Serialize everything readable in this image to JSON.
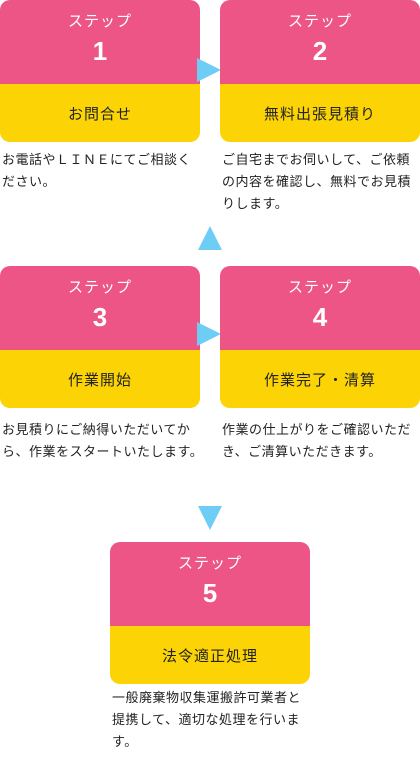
{
  "step_kicker": "ステップ",
  "steps": [
    {
      "number": "1",
      "title": "お問合せ",
      "description": "お電話やＬＩＮＥにてご相談ください。"
    },
    {
      "number": "2",
      "title": "無料出張見積り",
      "description": "ご自宅までお伺いして、ご依頼の内容を確認し、無料でお見積りします。"
    },
    {
      "number": "3",
      "title": "作業開始",
      "description": "お見積りにご納得いただいてから、作業をスタートいたします。"
    },
    {
      "number": "4",
      "title": "作業完了・清算",
      "description": "作業の仕上がりをご確認いただき、ご清算いただきます。"
    },
    {
      "number": "5",
      "title": "法令適正処理",
      "description": "一般廃棄物収集運搬許可業者と提携して、適切な処理を行います。"
    }
  ],
  "colors": {
    "card_top": "#ec5586",
    "card_bottom": "#fcd406",
    "arrow": "#6ecdf5"
  }
}
